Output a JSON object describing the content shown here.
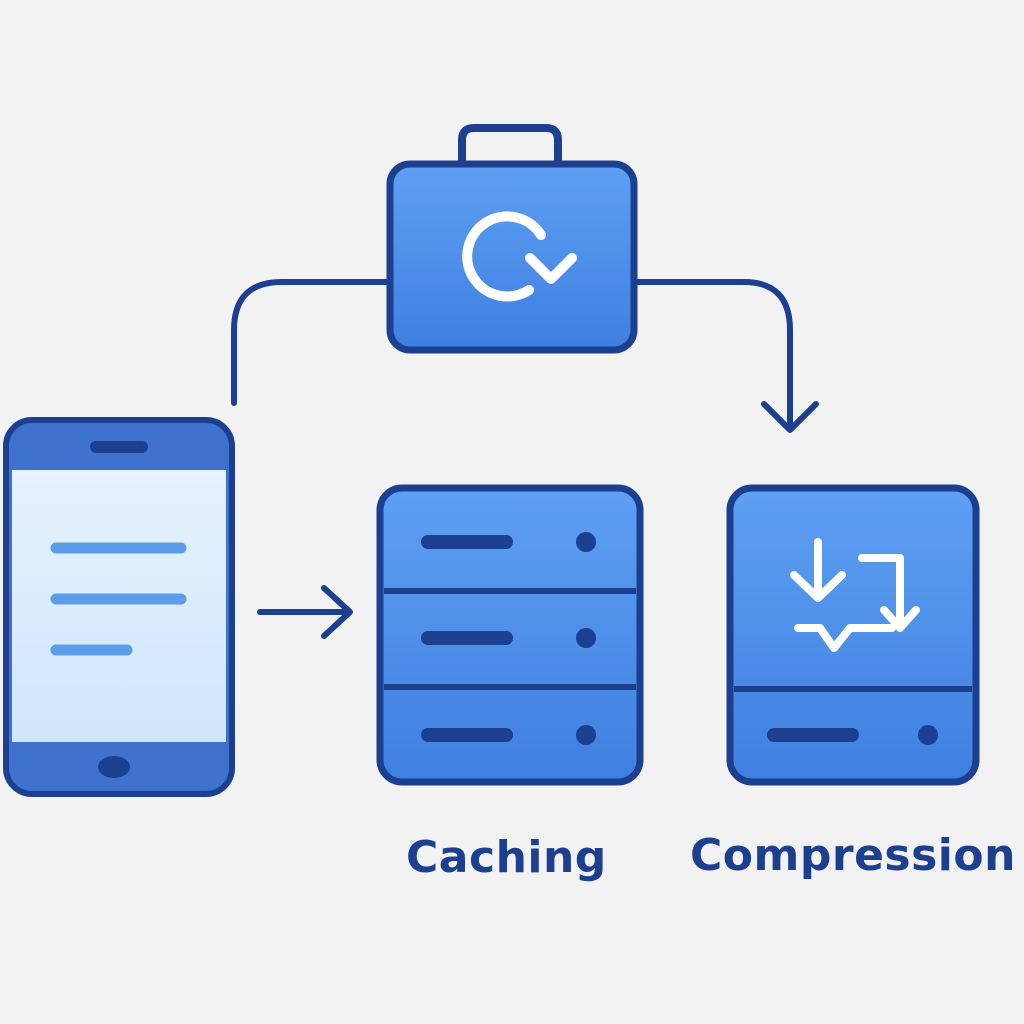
{
  "labels": {
    "caching": "Caching",
    "compression": "Compression"
  },
  "nodes": {
    "mobile_device": {
      "icon": "smartphone-icon"
    },
    "processing_unit": {
      "icon": "refresh-icon"
    },
    "caching_server": {
      "icon": "server-stack-icon"
    },
    "compression_server": {
      "icon": "compress-arrows-icon"
    }
  },
  "edges": [
    {
      "from": "mobile_device",
      "to": "processing_unit"
    },
    {
      "from": "processing_unit",
      "to": "compression_server"
    },
    {
      "from": "mobile_device",
      "to": "caching_server"
    }
  ],
  "colors": {
    "background": "#f2f2f3",
    "outline": "#1d3f8f",
    "fill": "#4a8ae8",
    "fill_light": "#5a9af0",
    "screen": "#dcecfb",
    "screen_lines": "#5b9de8",
    "white": "#ffffff",
    "label": "#1d3f8f"
  }
}
